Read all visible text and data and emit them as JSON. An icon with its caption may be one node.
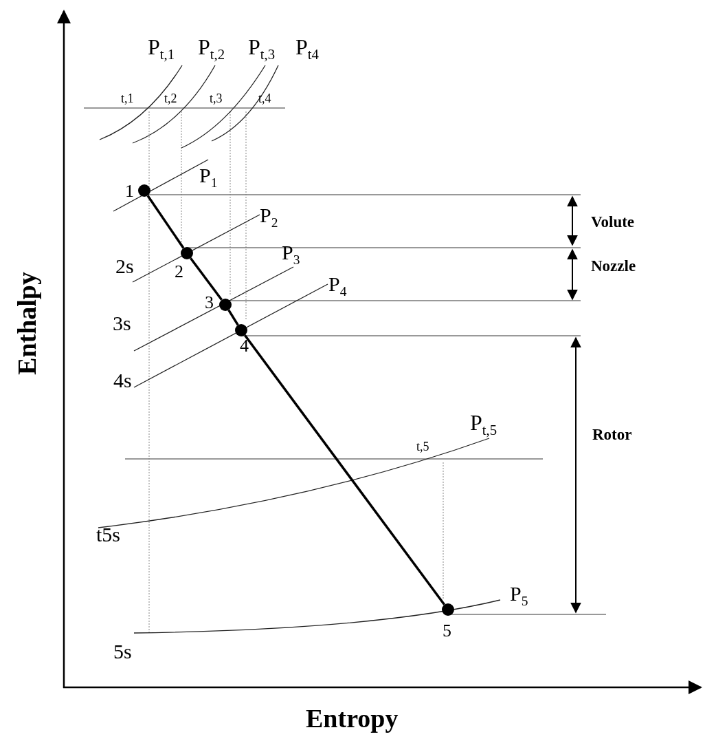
{
  "diagram": {
    "nodes": [
      {
        "text": [
          "1"
        ]
      },
      {
        "text": [
          "2"
        ]
      },
      {
        "text": [
          "3"
        ]
      },
      {
        "text": [
          "4"
        ]
      },
      {
        "text": [
          "5"
        ]
      }
    ],
    "edges": [
      {
        "from": 0,
        "to": 1,
        "arrow": "none"
      },
      {
        "from": 1,
        "to": 2,
        "arrow": "none"
      },
      {
        "from": 2,
        "to": 3,
        "arrow": "none"
      },
      {
        "from": 3,
        "to": 4,
        "arrow": "none"
      }
    ],
    "labels": [
      "P$_{t,1}$",
      "P$_{t,2}$",
      "P$_{t,3}$",
      "P$_{t4}$",
      "t,1",
      "t,2",
      "t,3",
      "t,4",
      "P$_{1}$",
      "Volute",
      "P$_{2}$",
      "2s",
      "Nozzle",
      "P$_{3}$",
      "3s",
      "P$_{4}$",
      "4s",
      "Rotor",
      "P$_{t,5}$",
      "t,5",
      "t5s",
      "P$_{5}$",
      "5s",
      "Enthalpy",
      "Entropy"
    ]
  }
}
